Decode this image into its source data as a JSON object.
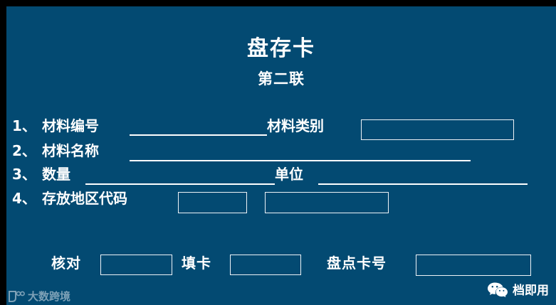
{
  "card": {
    "background_color": "#034a72",
    "border_color": "#000000",
    "text_color": "#ffffff",
    "title": "盘存卡",
    "subtitle": "第二联"
  },
  "rows": [
    {
      "number": "1、",
      "label": "材料编号",
      "second_label": "材料类别",
      "has_rule": true,
      "has_box": true
    },
    {
      "number": "2、",
      "label": "材料名称",
      "has_rule": true,
      "has_box": false
    },
    {
      "number": "3、",
      "label": "数量",
      "second_label": "单位",
      "has_rule": true,
      "has_box": false
    },
    {
      "number": "4、",
      "label": "存放地区代码",
      "has_rule": false,
      "has_box": true
    }
  ],
  "footer": {
    "check_label": "核对",
    "fill_label": "填卡",
    "card_no_label": "盘点卡号"
  },
  "fields": {
    "material_code": "",
    "material_category": "",
    "material_name": "",
    "quantity": "",
    "unit": "",
    "storage_area_code_1": "",
    "storage_area_code_2": "",
    "checked_by": "",
    "filled_by": "",
    "inventory_card_no": ""
  },
  "watermarks": {
    "left": {
      "text": "大数跨境",
      "icon": "dashukuajing-logo-icon"
    },
    "right": {
      "text": "档即用",
      "icon": "wechat-icon"
    }
  }
}
